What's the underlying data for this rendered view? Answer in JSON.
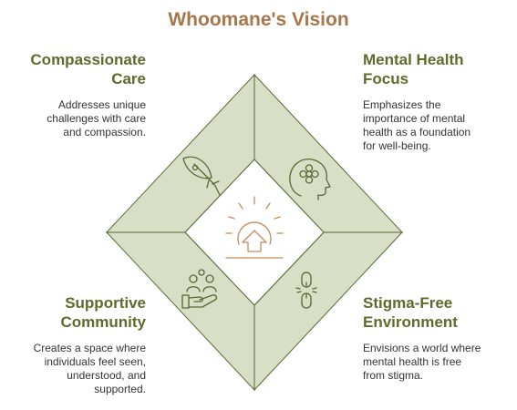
{
  "title": "Whoomane's Vision",
  "colors": {
    "title": "#a7764a",
    "heading": "#5f6a2c",
    "quadrant_fill": "#d7e0c6",
    "quadrant_stroke": "#5b6533",
    "icon_stroke": "#5b6533",
    "center_icon": "#c48a5c"
  },
  "sections": {
    "compassionate_care": {
      "heading_line1": "Compassionate",
      "heading_line2": "Care",
      "desc_lines": [
        "Addresses unique",
        "challenges with care",
        "and compassion."
      ],
      "icon": "leaf-icon"
    },
    "mental_health_focus": {
      "heading_line1": "Mental Health",
      "heading_line2": "Focus",
      "desc_lines": [
        "Emphasizes the",
        "importance of mental",
        "health as a foundation",
        "for well-being."
      ],
      "icon": "head-flower-icon"
    },
    "supportive_community": {
      "heading_line1": "Supportive",
      "heading_line2": "Community",
      "desc_lines": [
        "Creates a space where",
        "individuals feel seen,",
        "understood, and",
        "supported."
      ],
      "icon": "community-hand-icon"
    },
    "stigma_free_environment": {
      "heading_line1": "Stigma-Free",
      "heading_line2": "Environment",
      "desc_lines": [
        "Envisions a world where",
        "mental health is free",
        "from stigma."
      ],
      "icon": "broken-chain-icon"
    }
  },
  "center_icon": "sunrise-arrow-icon"
}
